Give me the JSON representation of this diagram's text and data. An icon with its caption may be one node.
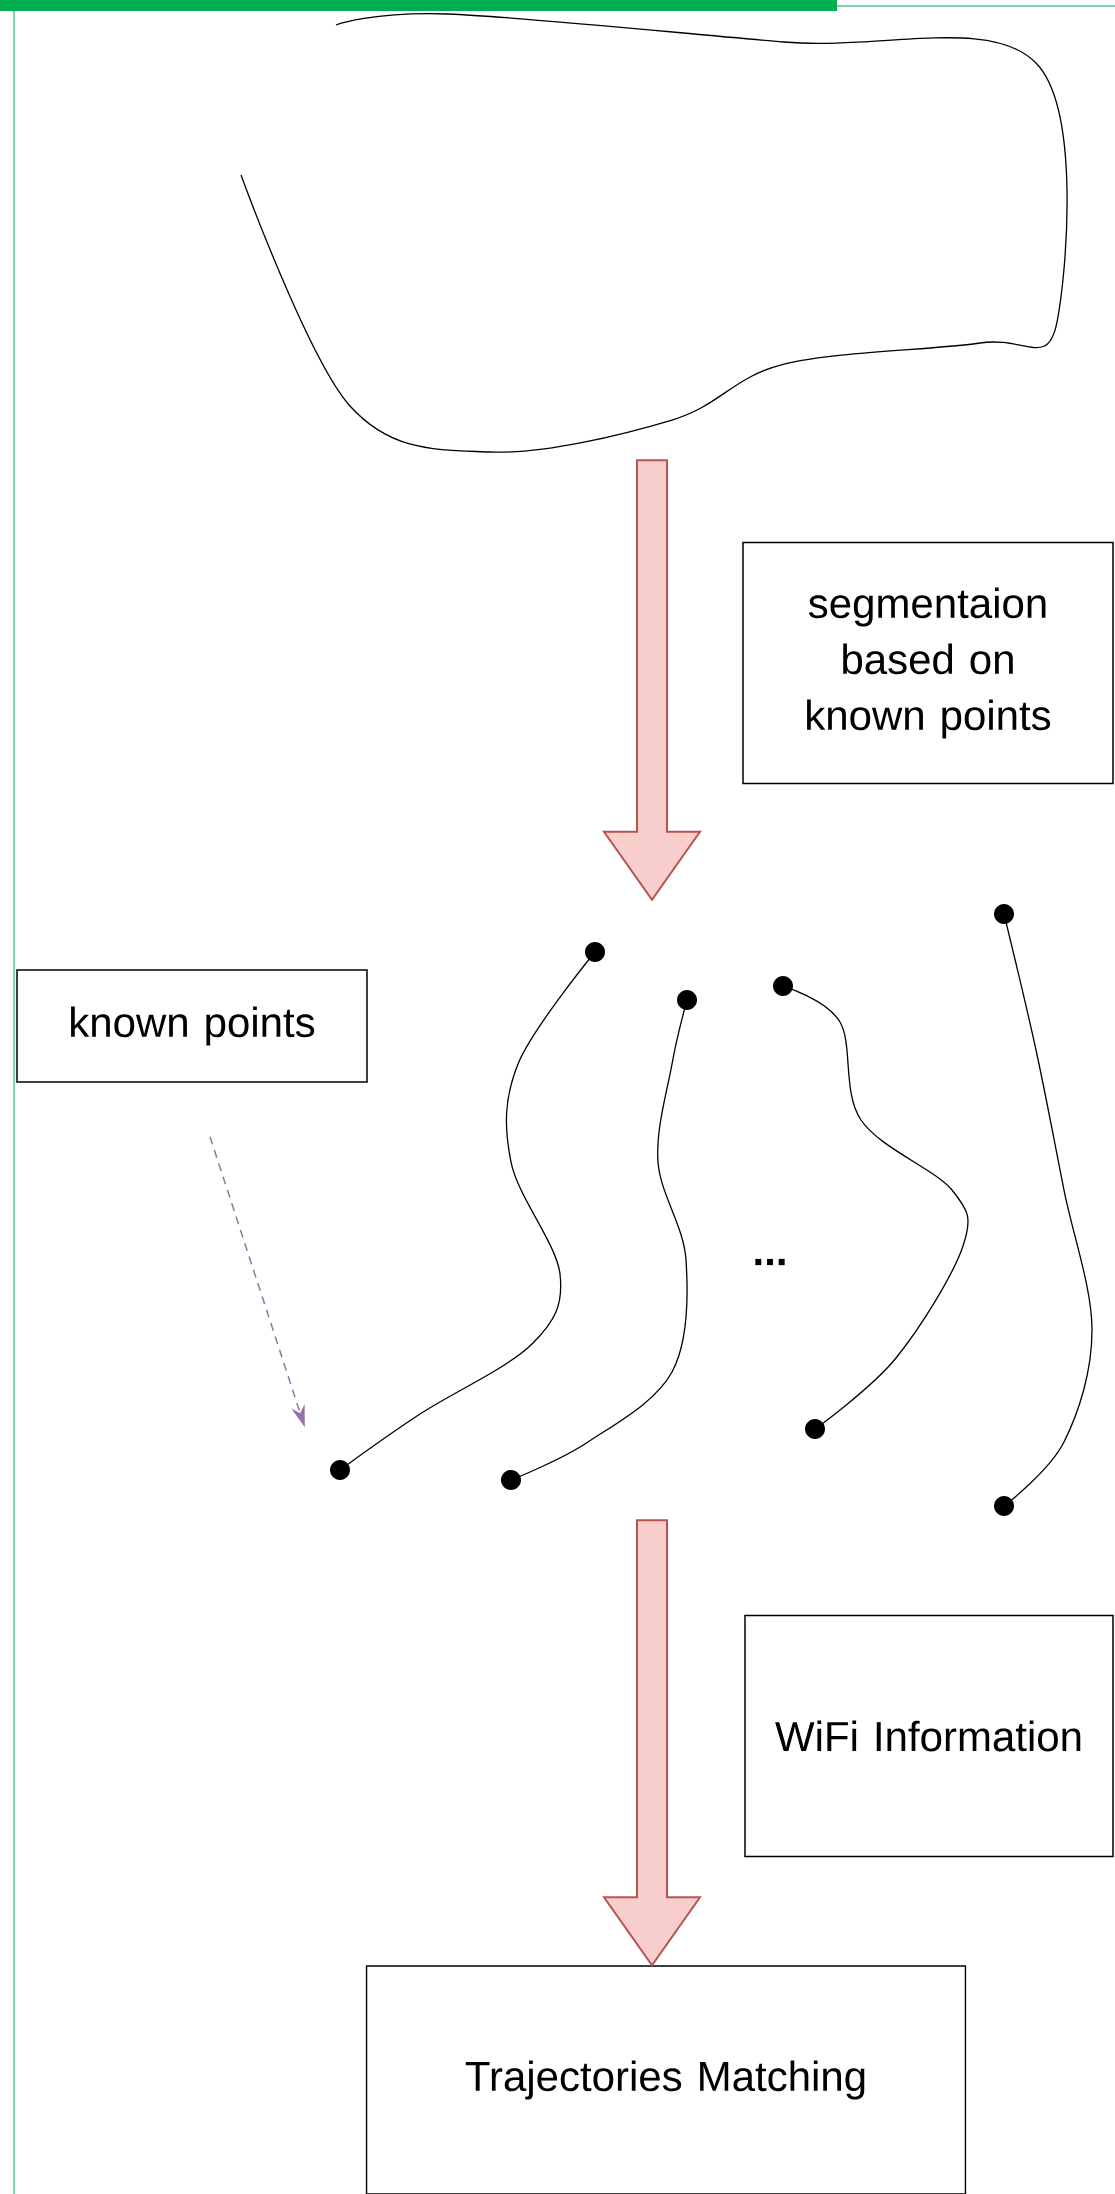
{
  "diagram": {
    "nodes": [
      {
        "text": [],
        "shape": "curve"
      },
      {
        "text": [
          "segmentaion based on known points"
        ]
      },
      {
        "text": [
          "known points"
        ]
      },
      {
        "text": [],
        "shape": "picture"
      },
      {
        "text": [
          "WiFi Information"
        ]
      },
      {
        "text": [
          "Trajectories Matching"
        ]
      }
    ],
    "edges": [
      {
        "from": 0,
        "to": 3,
        "arrow": "to",
        "style": "thick",
        "color": "#b85450"
      },
      {
        "from": 2,
        "to": 3,
        "arrow": "to",
        "style": "dashed",
        "color": "#9673a6"
      },
      {
        "from": 3,
        "to": 5,
        "arrow": "to",
        "style": "thick",
        "color": "#b85450"
      }
    ],
    "labels": [
      "..."
    ]
  }
}
